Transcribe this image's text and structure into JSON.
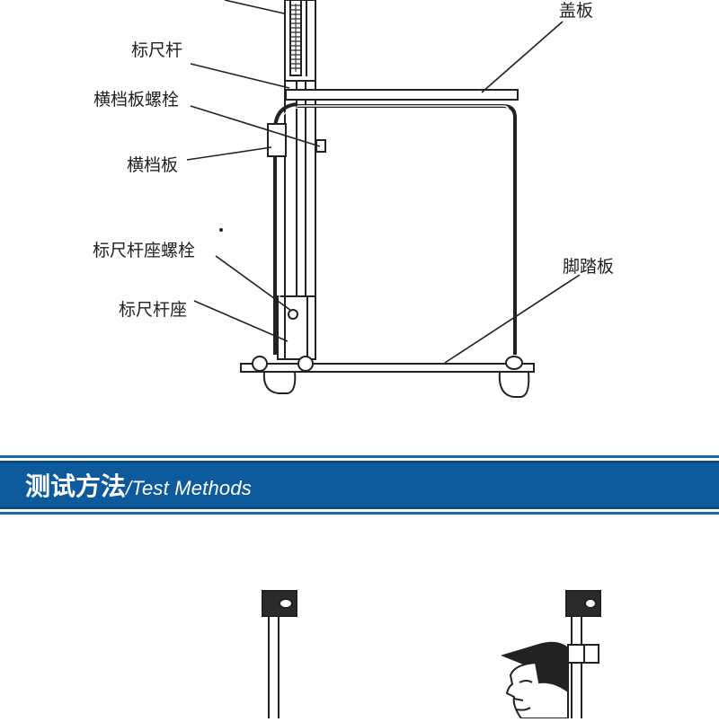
{
  "diagram": {
    "labels": {
      "cover_plate": "盖板",
      "ruler_rod": "标尺杆",
      "crossbar_bolt": "横档板螺栓",
      "crossbar": "横档板",
      "rod_base_bolt": "标尺杆座螺栓",
      "rod_base": "标尺杆座",
      "foot_plate": "脚踏板"
    }
  },
  "section": {
    "title": "测试方法",
    "subtitle": "/Test Methods"
  },
  "colors": {
    "banner": "#0d5a9c",
    "line": "#222222"
  }
}
